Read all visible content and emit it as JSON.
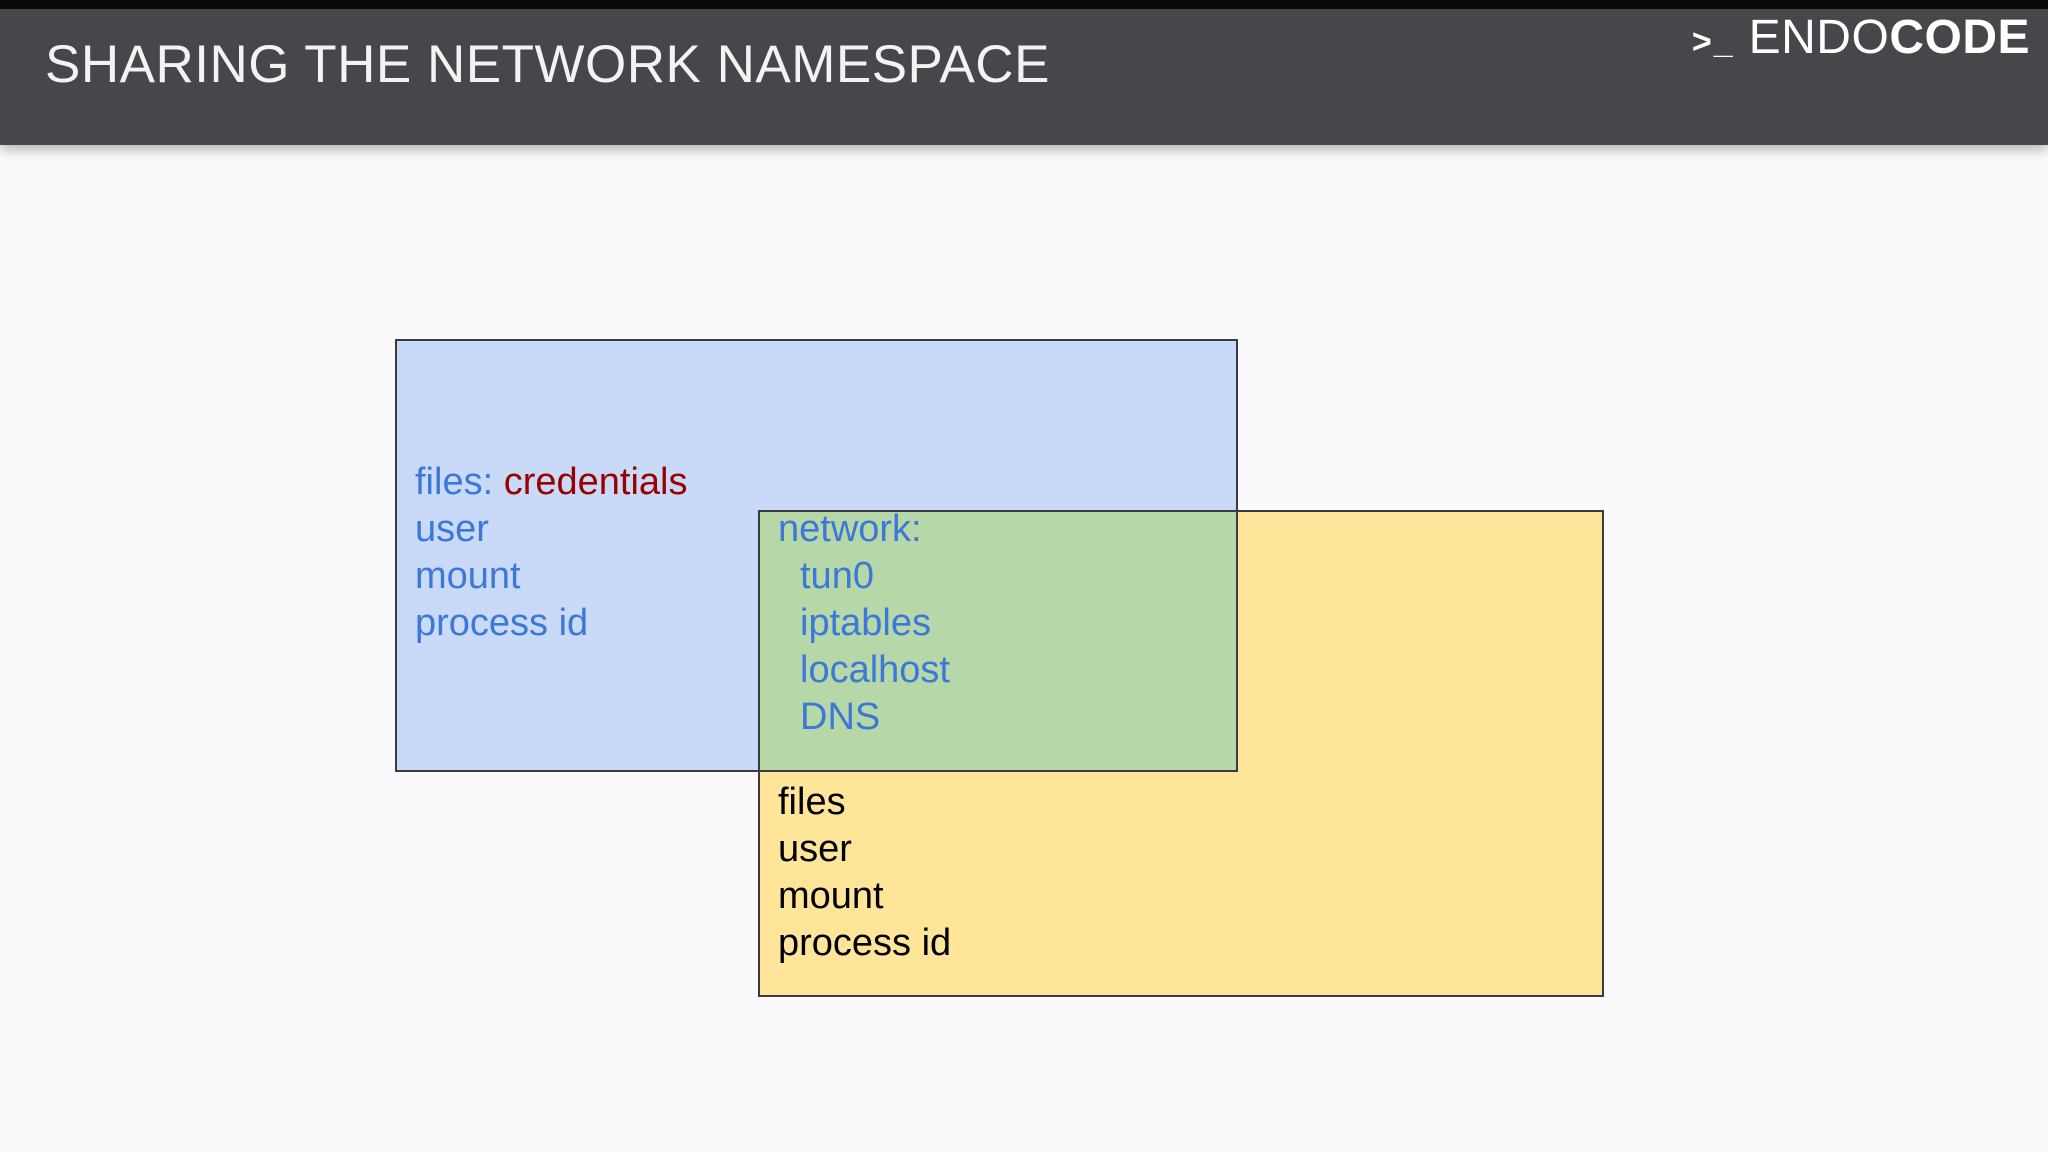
{
  "header": {
    "title": "SHARING THE NETWORK NAMESPACE",
    "logo": {
      "prompt": ">_",
      "name_regular": "ENDO",
      "name_bold": "CODE"
    }
  },
  "colors": {
    "header_background": "#46464b",
    "header_top_strip": "#0a0a0c",
    "page_background": "#faf9fb",
    "blue_box_fill": "#c9daf8",
    "green_box_fill": "#b6d7a8",
    "yellow_box_fill": "#ffe599",
    "box_border": "#3a3a40",
    "namespace_text_blue": "#3c78d8",
    "credentials_red": "#990000",
    "title_text": "#f4f2f4"
  },
  "diagram": {
    "blue_box": {
      "line1_prefix": "files: ",
      "line1_highlight": "credentials",
      "lines": [
        "user",
        "mount",
        "process id"
      ]
    },
    "green_box": {
      "title": "network:",
      "lines": [
        "tun0",
        "iptables",
        "localhost",
        "DNS"
      ]
    },
    "yellow_box": {
      "lines": [
        "files",
        "user",
        "mount",
        "process id"
      ]
    }
  }
}
